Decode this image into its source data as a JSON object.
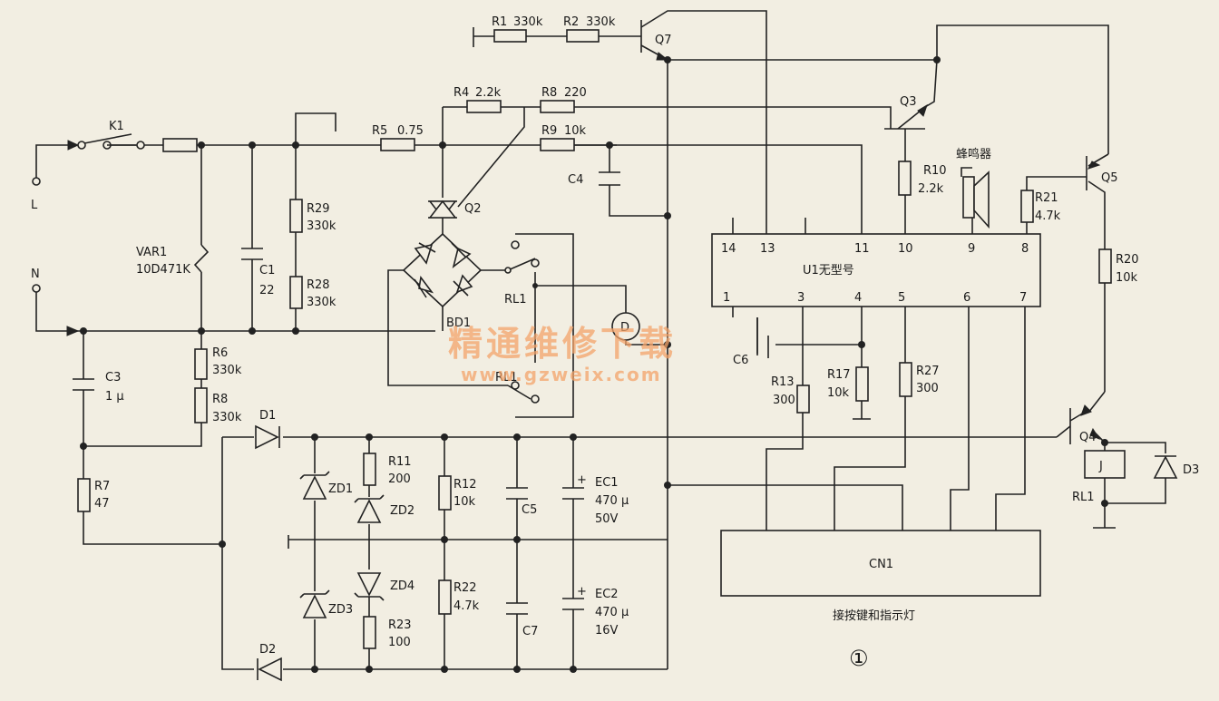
{
  "terminals": {
    "line": "L",
    "neutral": "N"
  },
  "switch": {
    "label": "K1"
  },
  "varistor": {
    "ref": "VAR1",
    "value": "10D471K"
  },
  "capacitors": {
    "c1": {
      "ref": "C1",
      "value": "22"
    },
    "c3": {
      "ref": "C3",
      "value": "1 μ"
    },
    "c4": {
      "ref": "C4"
    },
    "c5": {
      "ref": "C5"
    },
    "c6": {
      "ref": "C6"
    },
    "c7": {
      "ref": "C7"
    },
    "ec1": {
      "ref": "EC1",
      "value": "470 μ",
      "voltage": "50V",
      "polarity": "+"
    },
    "ec2": {
      "ref": "EC2",
      "value": "470 μ",
      "voltage": "16V",
      "polarity": "+"
    }
  },
  "resistors": {
    "r1": {
      "ref": "R1",
      "value": "330k"
    },
    "r2": {
      "ref": "R2",
      "value": "330k"
    },
    "r4": {
      "ref": "R4",
      "value": "2.2k"
    },
    "r5": {
      "ref": "R5",
      "value": "0.75"
    },
    "r6": {
      "ref": "R6",
      "value": "330k"
    },
    "r7": {
      "ref": "R7",
      "value": "47"
    },
    "r8a": {
      "ref": "R8",
      "value": "220"
    },
    "r8b": {
      "ref": "R8",
      "value": "330k"
    },
    "r9": {
      "ref": "R9",
      "value": "10k"
    },
    "r10": {
      "ref": "R10",
      "value": "2.2k"
    },
    "r11": {
      "ref": "R11",
      "value": "200"
    },
    "r12": {
      "ref": "R12",
      "value": "10k"
    },
    "r13": {
      "ref": "R13",
      "value": "300"
    },
    "r17": {
      "ref": "R17",
      "value": "10k"
    },
    "r20": {
      "ref": "R20",
      "value": "10k"
    },
    "r21": {
      "ref": "R21",
      "value": "4.7k"
    },
    "r22": {
      "ref": "R22",
      "value": "4.7k"
    },
    "r23": {
      "ref": "R23",
      "value": "100"
    },
    "r27": {
      "ref": "R27",
      "value": "300"
    },
    "r28": {
      "ref": "R28",
      "value": "330k"
    },
    "r29": {
      "ref": "R29",
      "value": "330k"
    }
  },
  "transistors": {
    "q2": "Q2",
    "q3": "Q3",
    "q4": "Q4",
    "q5": "Q5",
    "q7": "Q7"
  },
  "diodes": {
    "d1": "D1",
    "d2": "D2",
    "d3": "D3",
    "zd1": "ZD1",
    "zd2": "ZD2",
    "zd3": "ZD3",
    "zd4": "ZD4"
  },
  "bridge": {
    "ref": "BD1"
  },
  "relay": {
    "contact": "RL1",
    "coil_letter": "J",
    "coil_ref": "RL1",
    "contact_b": "RL1"
  },
  "motor": {
    "symbol": "D"
  },
  "buzzer": {
    "label": "蜂鸣器"
  },
  "ic": {
    "label": "U1无型号",
    "top_pins": [
      "14",
      "13",
      "11",
      "10",
      "9",
      "8"
    ],
    "bottom_pins": [
      "1",
      "3",
      "4",
      "5",
      "6",
      "7"
    ]
  },
  "connector": {
    "ref": "CN1",
    "caption": "接按键和指示灯"
  },
  "figure_number": "①",
  "watermark": {
    "title": "精通维修下载",
    "url": "www.gzweix.com"
  }
}
